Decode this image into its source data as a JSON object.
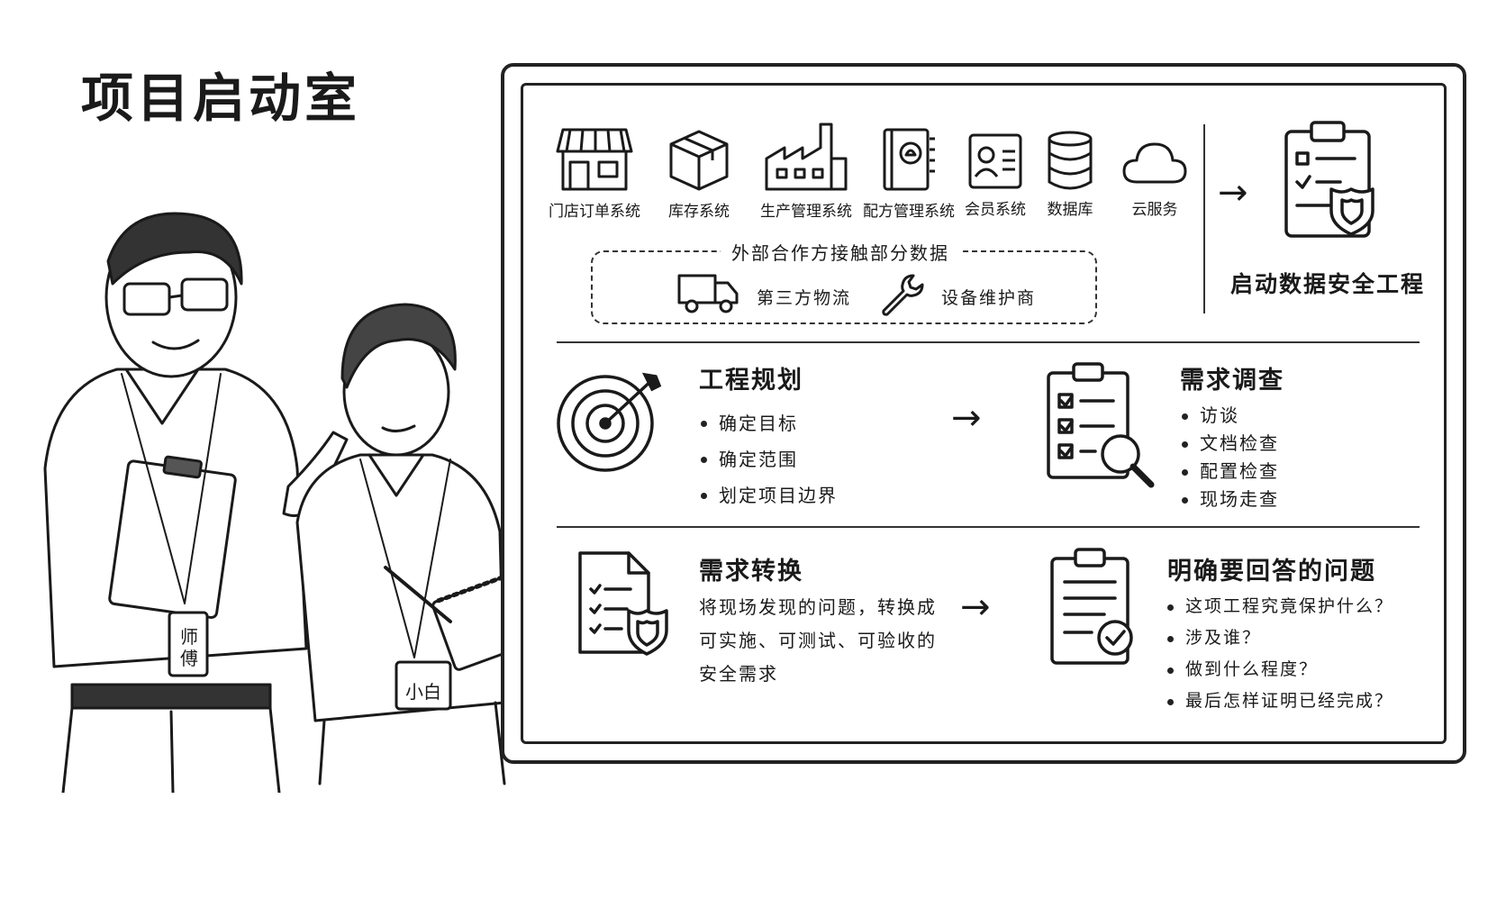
{
  "page_title": "项目启动室",
  "systems": [
    {
      "label": "门店订单系统",
      "icon": "store-icon"
    },
    {
      "label": "库存系统",
      "icon": "box-icon"
    },
    {
      "label": "生产管理系统",
      "icon": "factory-icon"
    },
    {
      "label": "配方管理系统",
      "icon": "recipe-book-icon"
    },
    {
      "label": "会员系统",
      "icon": "member-card-icon"
    },
    {
      "label": "数据库",
      "icon": "database-icon"
    },
    {
      "label": "云服务",
      "icon": "cloud-icon"
    }
  ],
  "external": {
    "title": "外部合作方接触部分数据",
    "partners": [
      {
        "label": "第三方物流",
        "icon": "truck-icon"
      },
      {
        "label": "设备维护商",
        "icon": "wrench-icon"
      }
    ]
  },
  "launch_label": "启动数据安全工程",
  "planning": {
    "title": "工程规划",
    "items": [
      "确定目标",
      "确定范围",
      "划定项目边界"
    ]
  },
  "survey": {
    "title": "需求调查",
    "items": [
      "访谈",
      "文档检查",
      "配置检查",
      "现场走查"
    ]
  },
  "conversion": {
    "title": "需求转换",
    "lines": [
      "将现场发现的问题，转换成",
      "可实施、可测试、可验收的",
      "安全需求"
    ]
  },
  "questions": {
    "title": "明确要回答的问题",
    "items": [
      "这项工程究竟保护什么？",
      "涉及谁？",
      "做到什么程度？",
      "最后怎样证明已经完成？"
    ]
  },
  "badges": {
    "master": "师傅",
    "apprentice": "小白"
  }
}
